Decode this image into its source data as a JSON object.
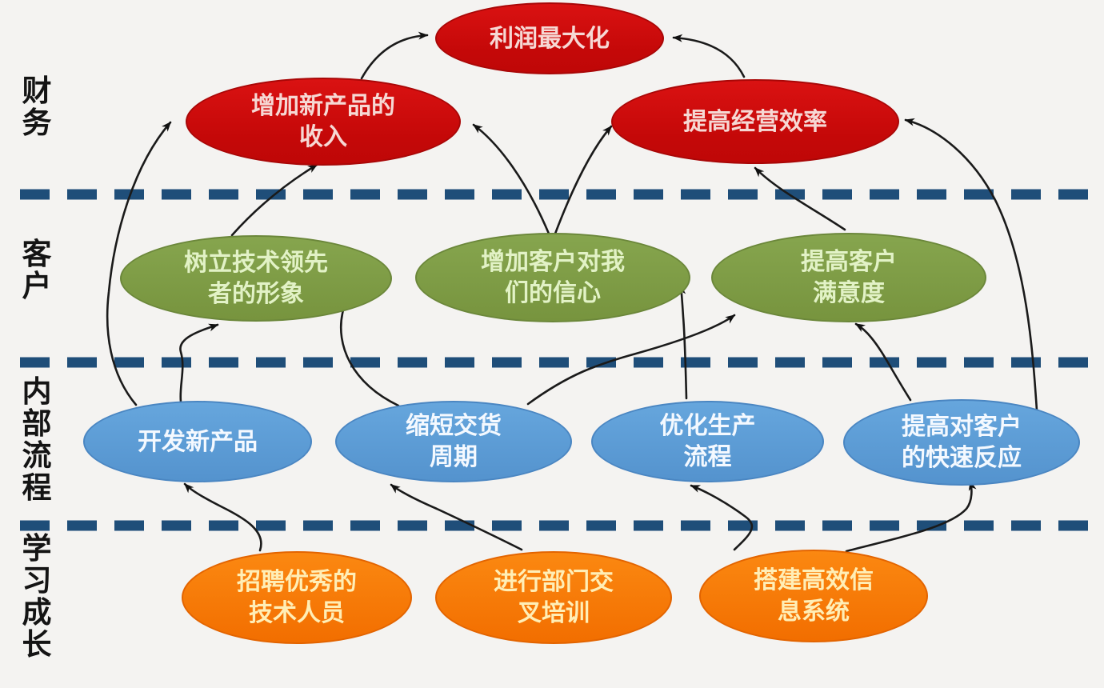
{
  "diagram": {
    "type": "balanced-scorecard-strategy-map",
    "perspectives": [
      {
        "id": "finance",
        "label": "财务"
      },
      {
        "id": "customer",
        "label": "客户"
      },
      {
        "id": "internal",
        "label": "内部流程"
      },
      {
        "id": "learning",
        "label": "学习成长"
      }
    ],
    "nodes": [
      {
        "id": "profit-max",
        "tier": "finance",
        "color": "red",
        "text": "利润最大化"
      },
      {
        "id": "new-product-revenue",
        "tier": "finance",
        "color": "red",
        "text": "增加新产品的\n收入"
      },
      {
        "id": "operating-efficiency",
        "tier": "finance",
        "color": "red",
        "text": "提高经营效率"
      },
      {
        "id": "tech-leader-image",
        "tier": "customer",
        "color": "green",
        "text": "树立技术领先\n者的形象"
      },
      {
        "id": "customer-confidence",
        "tier": "customer",
        "color": "green",
        "text": "增加客户对我\n们的信心"
      },
      {
        "id": "customer-satisfaction",
        "tier": "customer",
        "color": "green",
        "text": "提高客户\n满意度"
      },
      {
        "id": "develop-new-products",
        "tier": "internal",
        "color": "blue",
        "text": "开发新产品"
      },
      {
        "id": "shorten-delivery-cycle",
        "tier": "internal",
        "color": "blue",
        "text": "缩短交货\n周期"
      },
      {
        "id": "optimize-production",
        "tier": "internal",
        "color": "blue",
        "text": "优化生产\n流程"
      },
      {
        "id": "rapid-customer-response",
        "tier": "internal",
        "color": "blue",
        "text": "提高对客户\n的快速反应"
      },
      {
        "id": "recruit-talent",
        "tier": "learning",
        "color": "orange",
        "text": "招聘优秀的\n技术人员"
      },
      {
        "id": "cross-training",
        "tier": "learning",
        "color": "orange",
        "text": "进行部门交\n叉培训"
      },
      {
        "id": "info-system",
        "tier": "learning",
        "color": "orange",
        "text": "搭建高效信\n息系统"
      }
    ],
    "edges": [
      {
        "from": "new-product-revenue",
        "to": "profit-max"
      },
      {
        "from": "operating-efficiency",
        "to": "profit-max"
      },
      {
        "from": "tech-leader-image",
        "to": "new-product-revenue"
      },
      {
        "from": "customer-confidence",
        "to": "new-product-revenue"
      },
      {
        "from": "customer-confidence",
        "to": "operating-efficiency"
      },
      {
        "from": "customer-satisfaction",
        "to": "operating-efficiency"
      },
      {
        "from": "develop-new-products",
        "to": "new-product-revenue"
      },
      {
        "from": "rapid-customer-response",
        "to": "operating-efficiency"
      },
      {
        "from": "develop-new-products",
        "to": "tech-leader-image"
      },
      {
        "from": "shorten-delivery-cycle",
        "to": "customer-confidence"
      },
      {
        "from": "shorten-delivery-cycle",
        "to": "customer-satisfaction"
      },
      {
        "from": "optimize-production",
        "to": "customer-confidence"
      },
      {
        "from": "rapid-customer-response",
        "to": "customer-satisfaction"
      },
      {
        "from": "recruit-talent",
        "to": "develop-new-products"
      },
      {
        "from": "cross-training",
        "to": "shorten-delivery-cycle"
      },
      {
        "from": "info-system",
        "to": "optimize-production"
      },
      {
        "from": "info-system",
        "to": "rapid-customer-response"
      }
    ],
    "colors": {
      "finance_node": "#c40808",
      "customer_node": "#77943e",
      "internal_node": "#5b9bd5",
      "learning_node": "#f87a0b",
      "divider": "#1f4e79",
      "arrow": "#1a1a1a",
      "background": "#f4f3f1"
    }
  }
}
